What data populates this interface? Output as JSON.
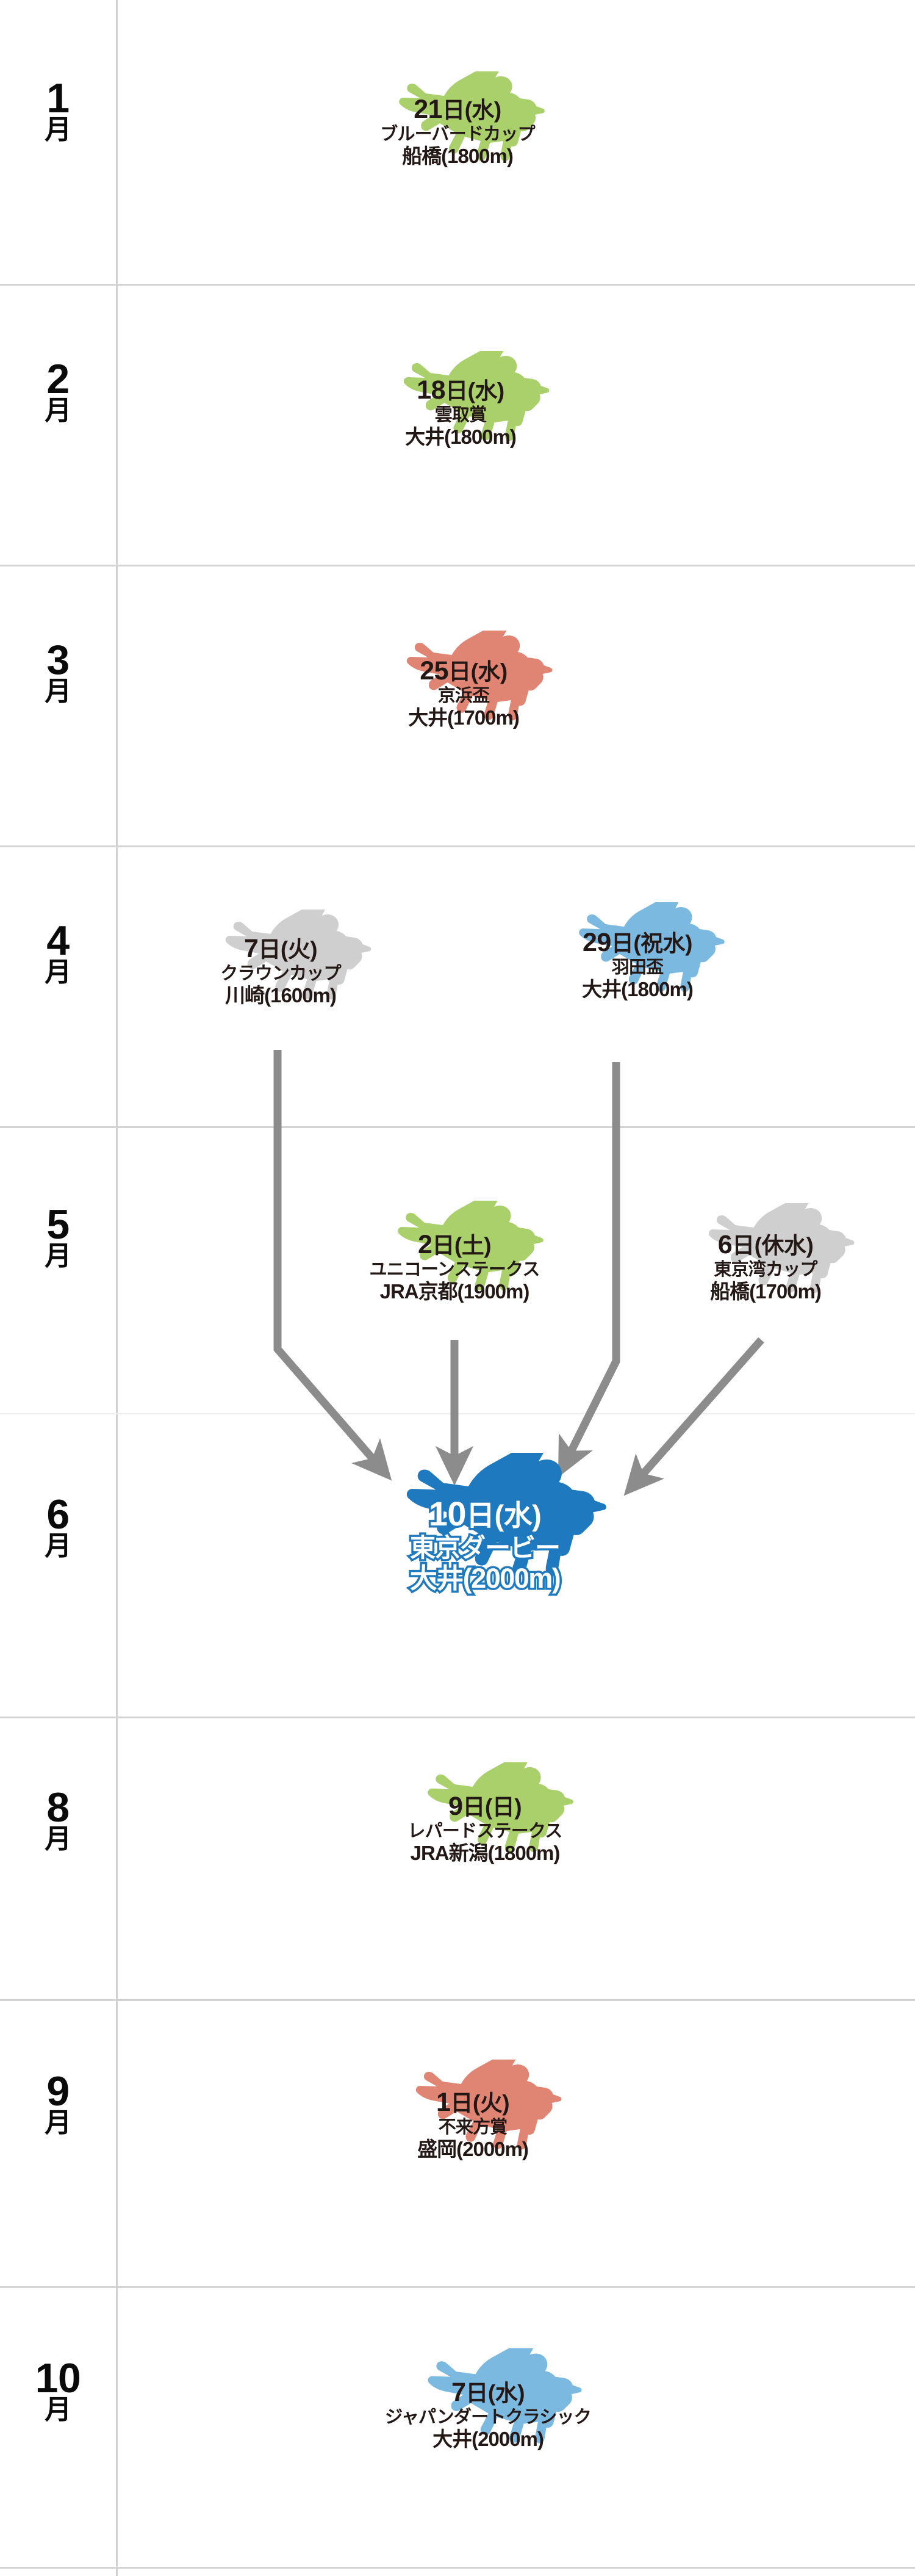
{
  "diagram": {
    "title_semantic": "tokyo-derby-road-calendar",
    "colors": {
      "green": "#a9d06a",
      "salmon": "#e08573",
      "gray": "#cfcfcf",
      "blue_light": "#7cb9e0",
      "blue_main": "#1f79bf",
      "arrow": "#8c8c8c",
      "grid": "#d4d4d4",
      "text": "#231815"
    },
    "rows": [
      {
        "month_num": "1",
        "month_kanji": "月",
        "races": [
          {
            "date": "21",
            "day_suffix": "日",
            "weekday": "(水)",
            "name": "ブルーバードカップ",
            "place": "船橋(1800m)",
            "color": "green",
            "highlight": false
          }
        ]
      },
      {
        "month_num": "2",
        "month_kanji": "月",
        "races": [
          {
            "date": "18",
            "day_suffix": "日",
            "weekday": "(水)",
            "name": "雲取賞",
            "place": "大井(1800m)",
            "color": "green",
            "highlight": false
          }
        ]
      },
      {
        "month_num": "3",
        "month_kanji": "月",
        "races": [
          {
            "date": "25",
            "day_suffix": "日",
            "weekday": "(水)",
            "name": "京浜盃",
            "place": "大井(1700m)",
            "color": "salmon",
            "highlight": false
          }
        ]
      },
      {
        "month_num": "4",
        "month_kanji": "月",
        "races": [
          {
            "date": "7",
            "day_suffix": "日",
            "weekday": "(火)",
            "name": "クラウンカップ",
            "place": "川崎(1600m)",
            "color": "gray",
            "highlight": false
          },
          {
            "date": "29",
            "day_suffix": "日",
            "weekday": "(祝水)",
            "name": "羽田盃",
            "place": "大井(1800m)",
            "color": "blue_light",
            "highlight": false
          }
        ]
      },
      {
        "month_num": "5",
        "month_kanji": "月",
        "races": [
          {
            "date": "2",
            "day_suffix": "日",
            "weekday": "(土)",
            "name": "ユニコーンステークス",
            "place": "JRA京都(1900m)",
            "color": "green",
            "highlight": false
          },
          {
            "date": "6",
            "day_suffix": "日",
            "weekday": "(休水)",
            "name": "東京湾カップ",
            "place": "船橋(1700m)",
            "color": "gray",
            "highlight": false
          }
        ]
      },
      {
        "month_num": "6",
        "month_kanji": "月",
        "races": [
          {
            "date": "10",
            "day_suffix": "日",
            "weekday": "(水)",
            "name": "東京ダービー",
            "place": "大井(2000m)",
            "color": "blue_main",
            "highlight": true
          }
        ]
      },
      {
        "month_num": "8",
        "month_kanji": "月",
        "races": [
          {
            "date": "9",
            "day_suffix": "日",
            "weekday": "(日)",
            "name": "レパードステークス",
            "place": "JRA新潟(1800m)",
            "color": "green",
            "highlight": false
          }
        ]
      },
      {
        "month_num": "9",
        "month_kanji": "月",
        "races": [
          {
            "date": "1",
            "day_suffix": "日",
            "weekday": "(火)",
            "name": "不来方賞",
            "place": "盛岡(2000m)",
            "color": "salmon",
            "highlight": false
          }
        ]
      },
      {
        "month_num": "10",
        "month_kanji": "月",
        "races": [
          {
            "date": "7",
            "day_suffix": "日",
            "weekday": "(水)",
            "name": "ジャパンダートクラシック",
            "place": "大井(2000m)",
            "color": "blue_main",
            "highlight": false
          }
        ]
      }
    ],
    "arrows": [
      {
        "from": "クラウンカップ",
        "to": "東京ダービー"
      },
      {
        "from": "ユニコーンステークス",
        "to": "東京ダービー"
      },
      {
        "from": "羽田盃",
        "to": "東京ダービー"
      },
      {
        "from": "東京湾カップ",
        "to": "東京ダービー"
      }
    ]
  }
}
